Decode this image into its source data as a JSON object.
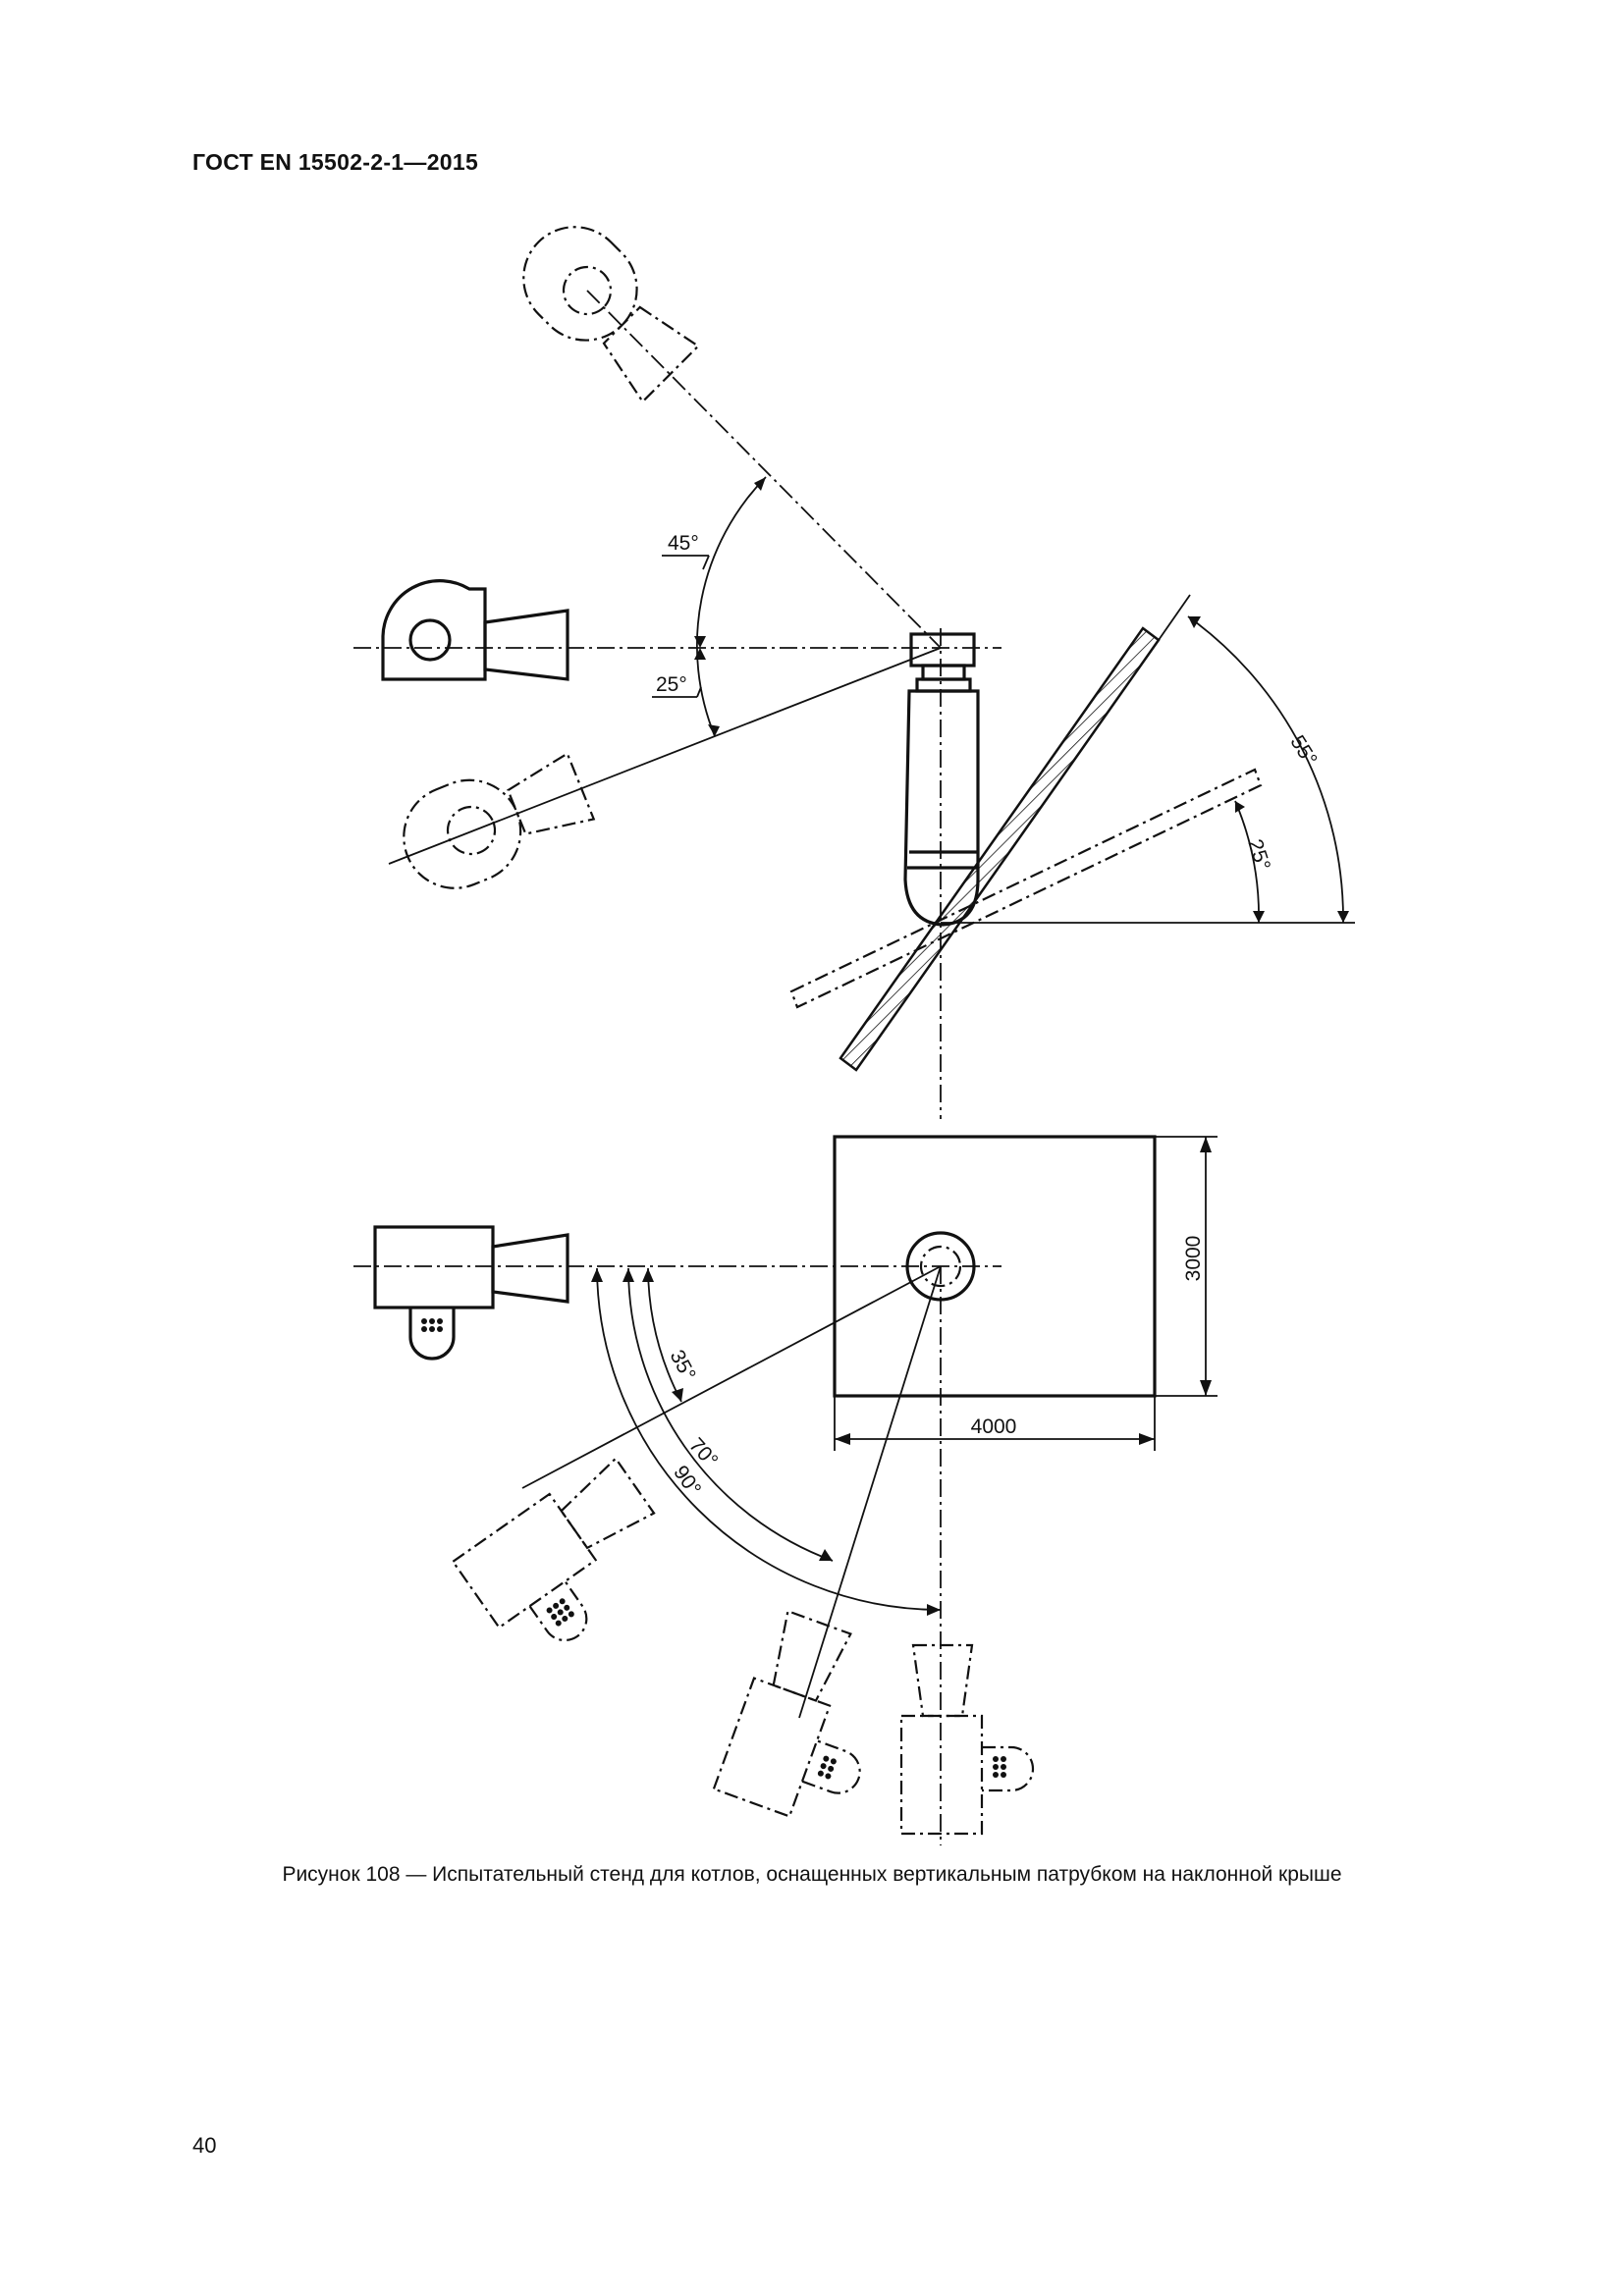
{
  "header": {
    "standard": "ГОСТ EN 15502-2-1—2015"
  },
  "figure": {
    "caption": "Рисунок 108 — Испытательный стенд для котлов, оснащенных вертикальным патрубком на наклонной крыше",
    "angles_upper_left": [
      "45°",
      "25°"
    ],
    "angles_upper_right": [
      "55°",
      "25°"
    ],
    "angles_lower": [
      "35°",
      "70°",
      "90°"
    ],
    "dimensions": {
      "width": "4000",
      "height": "3000"
    }
  },
  "page": {
    "number": "40"
  }
}
